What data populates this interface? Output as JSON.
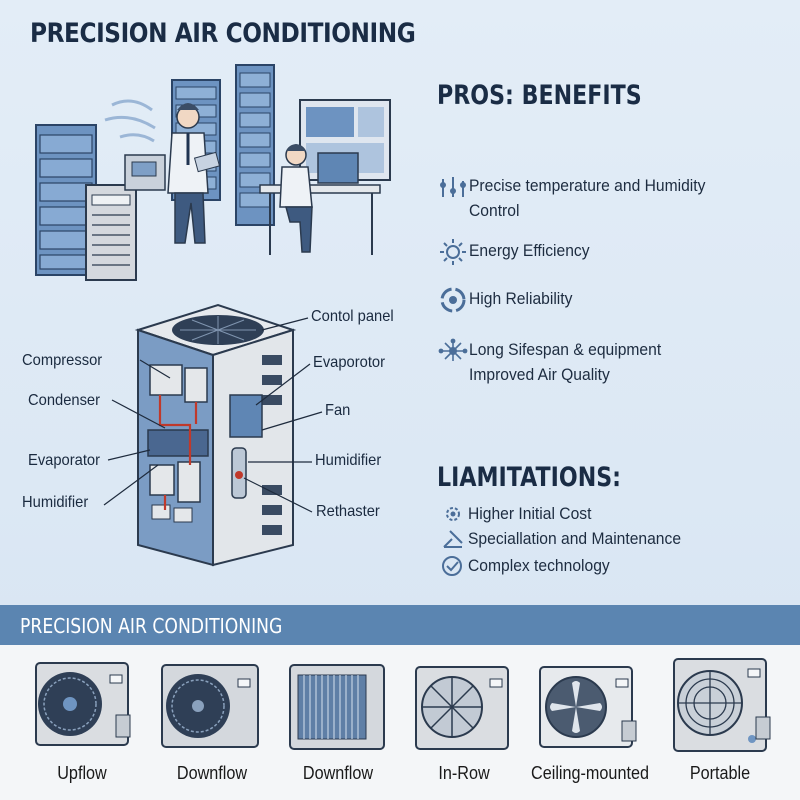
{
  "title": "PRECISION AIR CONDITIONING",
  "diagram": {
    "labels_left": [
      "Compressor",
      "Condenser",
      "Evaporator",
      "Humidifier"
    ],
    "labels_right": [
      "Contol panel",
      "Evaporotor",
      "Fan",
      "Humidifier",
      "Rethaster"
    ]
  },
  "pros": {
    "heading": "PROS: BENEFITS",
    "items": [
      {
        "text": "Precise temperature and Humidity",
        "text2": "Control",
        "icon": "sliders-icon"
      },
      {
        "text": "Energy Efficiency",
        "text2": "",
        "icon": "sun-icon"
      },
      {
        "text": "High Reliability",
        "text2": "",
        "icon": "gauge-icon"
      },
      {
        "text": "Long Sifespan & equipment",
        "text2": "Improved Air Quality",
        "icon": "network-icon"
      }
    ]
  },
  "limitations": {
    "heading": "LIAMITATIONS:",
    "items": [
      {
        "text": "Higher Initial Cost",
        "icon": "gear-icon"
      },
      {
        "text": "Speciallation and Maintenance",
        "icon": "tools-icon"
      },
      {
        "text": "Complex technology",
        "icon": "check-circle-icon"
      }
    ]
  },
  "types": {
    "heading": "PRECISION AIR CONDITIONING",
    "items": [
      "Upflow",
      "Downflow",
      "Downflow",
      "In-Row",
      "Ceiling-mounted",
      "Portable"
    ]
  },
  "colors": {
    "accent": "#5b85b1",
    "dark": "#1a2c45",
    "unit": "#d9dde2",
    "blue": "#6f95c2"
  }
}
